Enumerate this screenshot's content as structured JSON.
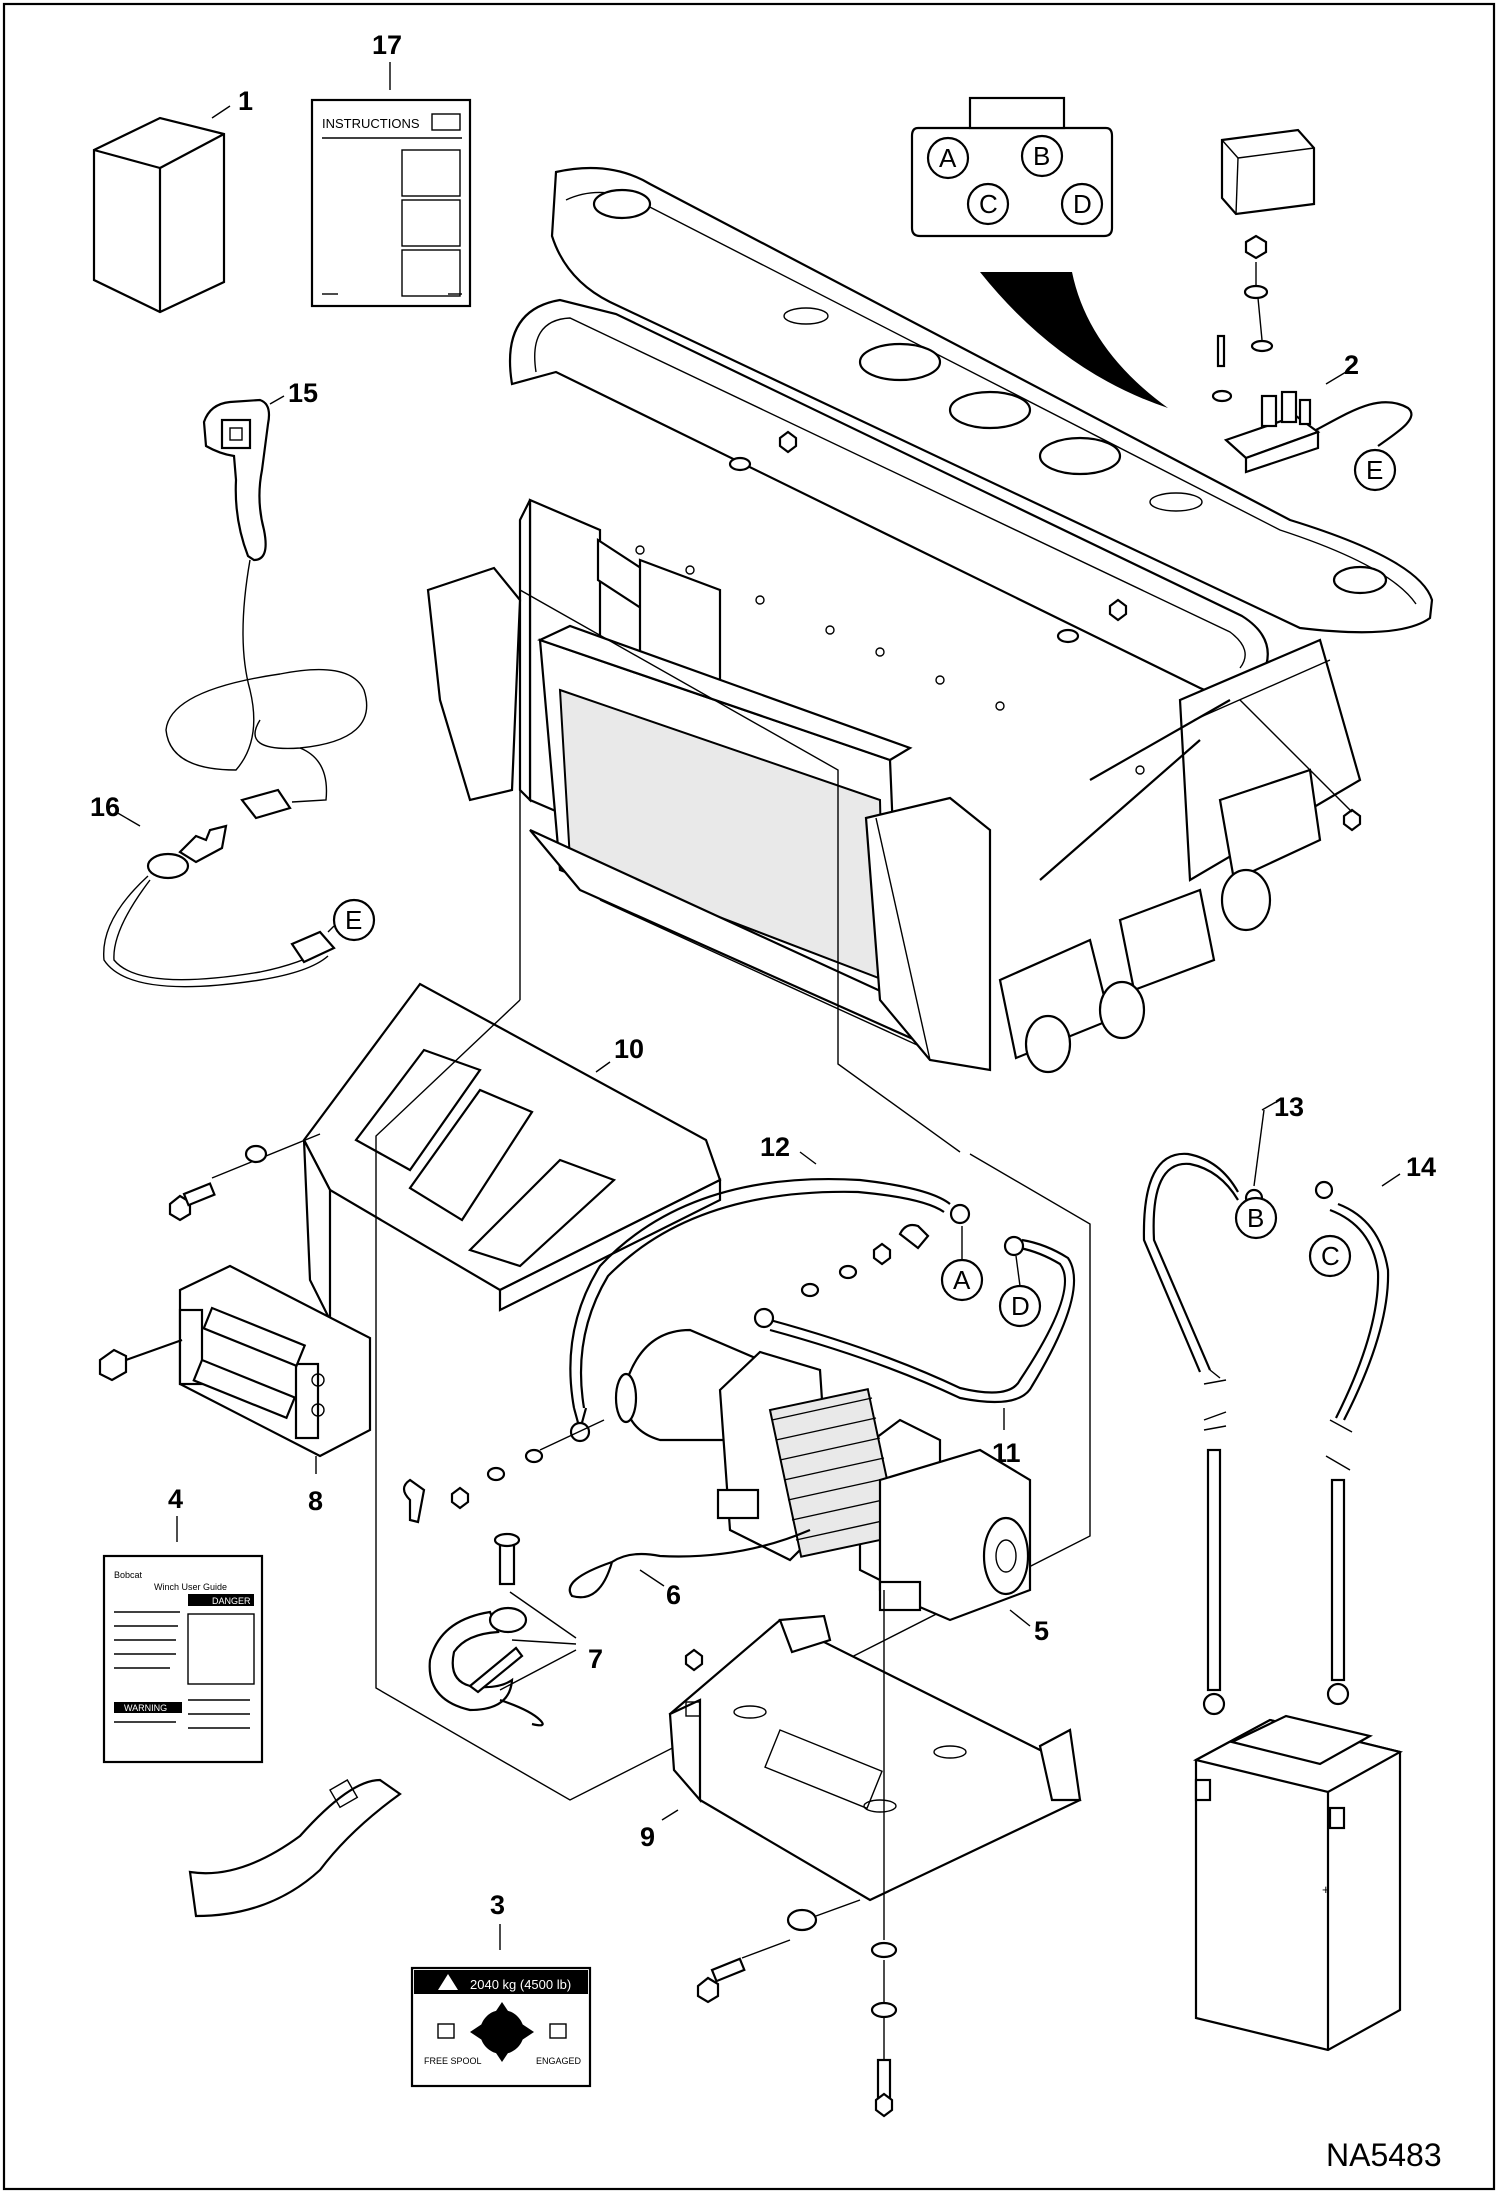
{
  "figure": {
    "reference_code": "NA5483",
    "callouts": [
      "1",
      "2",
      "3",
      "4",
      "5",
      "6",
      "7",
      "8",
      "9",
      "10",
      "11",
      "12",
      "13",
      "14",
      "15",
      "16",
      "17"
    ],
    "connector_letters": [
      "A",
      "B",
      "C",
      "D"
    ],
    "ground_letter": "E"
  },
  "instructions_sheet": {
    "title": "INSTRUCTIONS"
  },
  "user_guide": {
    "brand": "Bobcat",
    "title": "Winch User Guide",
    "danger_label": "DANGER",
    "warning_label": "WARNING"
  },
  "decal": {
    "capacity": "2040 kg (4500 lb)",
    "left_label": "FREE SPOOL",
    "right_label": "ENGAGED"
  }
}
